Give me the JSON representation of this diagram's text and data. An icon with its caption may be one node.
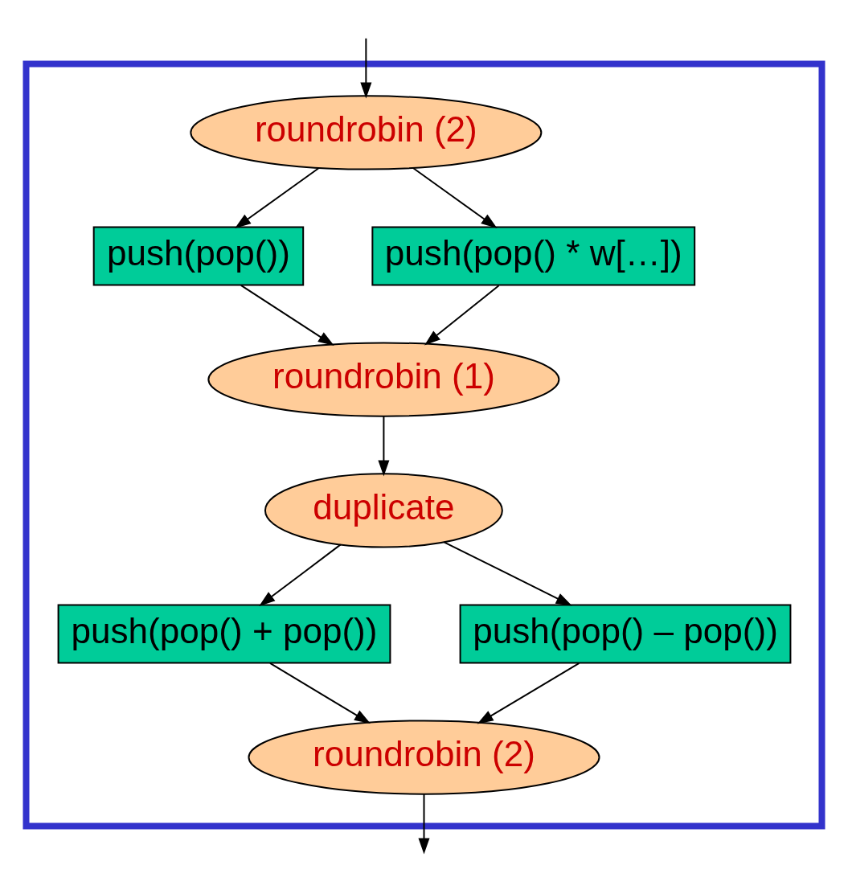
{
  "diagram": {
    "nodes": [
      {
        "text": [],
        "shape": "box"
      },
      {
        "text": [
          "roundrobin (2)"
        ],
        "in": 0
      },
      {
        "text": [
          "push(pop())"
        ],
        "in": 0
      },
      {
        "text": [
          "push(pop() * w[…])"
        ],
        "in": 0
      },
      {
        "text": [
          "roundrobin (1)"
        ],
        "in": 0
      },
      {
        "text": [
          "duplicate"
        ],
        "in": 0
      },
      {
        "text": [
          "push(pop() + pop())"
        ],
        "in": 0
      },
      {
        "text": [
          "push(pop() – pop())"
        ],
        "in": 0
      },
      {
        "text": [
          "roundrobin (2)"
        ],
        "in": 0
      }
    ],
    "edges": [
      {
        "from": null,
        "to": 1,
        "arrow": "to"
      },
      {
        "from": 1,
        "to": 2,
        "arrow": "to"
      },
      {
        "from": 1,
        "to": 3,
        "arrow": "to"
      },
      {
        "from": 2,
        "to": 4,
        "arrow": "to"
      },
      {
        "from": 3,
        "to": 4,
        "arrow": "to"
      },
      {
        "from": 4,
        "to": 5,
        "arrow": "to"
      },
      {
        "from": 5,
        "to": 6,
        "arrow": "to"
      },
      {
        "from": 5,
        "to": 7,
        "arrow": "to"
      },
      {
        "from": 6,
        "to": 8,
        "arrow": "to"
      },
      {
        "from": 7,
        "to": 8,
        "arrow": "to"
      },
      {
        "from": 8,
        "to": null,
        "arrow": "to"
      }
    ]
  }
}
